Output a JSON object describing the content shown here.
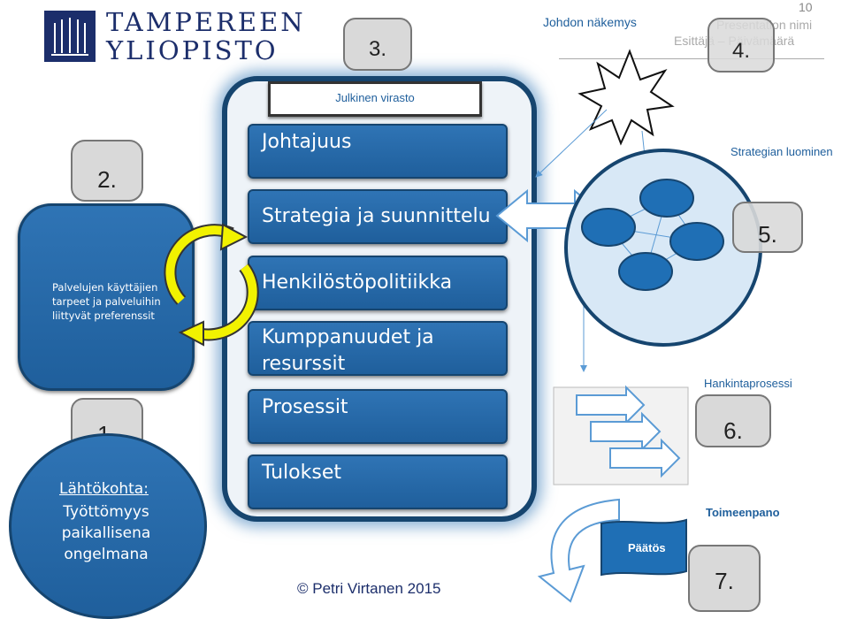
{
  "logo": {
    "line1": "TAMPEREEN",
    "line2": "YLIOPISTO"
  },
  "header": {
    "slide_number": "10",
    "presentation_name": "Presentation nimi",
    "presenter_date": "Esittäjä – Päivämäärä",
    "leader_view": "Johdon näkemys"
  },
  "steps": {
    "s1": "1.",
    "s2": "2.",
    "s3": "3.",
    "s4": "4.",
    "s5": "5.",
    "s6": "6.",
    "s7": "7."
  },
  "public_agency": "Julkinen virasto",
  "boxes": [
    "Johtajuus",
    "Strategia ja suunnittelu",
    "Henkilöstöpolitiikka",
    "Kumppanuudet ja resurssit",
    "Prosessit",
    "Tulokset"
  ],
  "left_panel": {
    "needs": "Palvelujen käyttäjien tarpeet ja palveluihin liittyvät preferenssit"
  },
  "start": {
    "label": "Lähtökohta:",
    "text": "Työttömyys paikallisena ongelmana"
  },
  "right": {
    "strategy": "Strategian luominen",
    "procurement": "Hankintaprosessi",
    "implementation": "Toimeenpano",
    "decision": "Päätös"
  },
  "footer": {
    "copyright": "© Petri Virtanen 2015"
  },
  "colors": {
    "blue": "#1f6fb5",
    "dark": "#16456f",
    "yellow": "#f2f200",
    "light_circle": "#d8e8f6"
  }
}
